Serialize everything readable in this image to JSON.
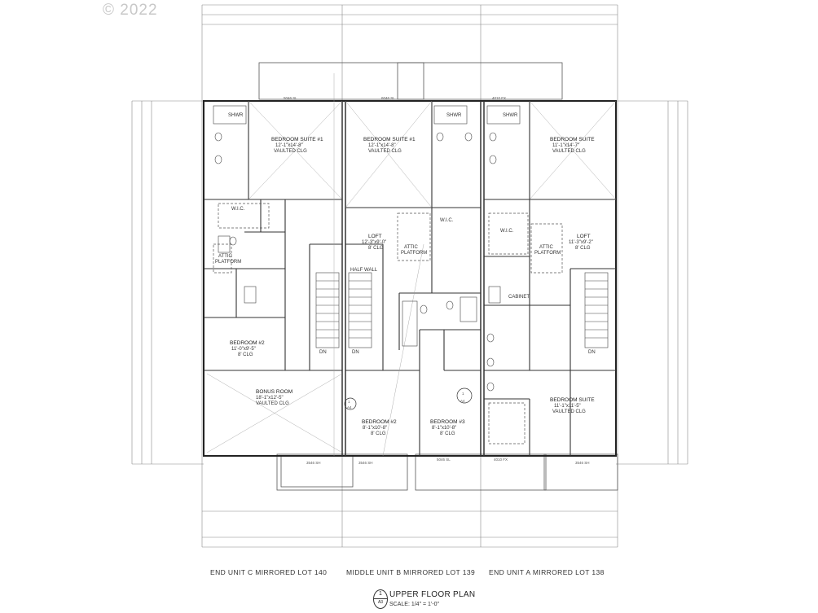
{
  "copyright": "© 2022",
  "drawing": {
    "title_number": "1",
    "sheet_ref": "A3",
    "title": "UPPER FLOOR PLAN",
    "scale": "SCALE: 1/4\" = 1'-0\""
  },
  "units": [
    {
      "label": "END UNIT C MIRRORED LOT 140"
    },
    {
      "label": "MIDDLE UNIT B MIRRORED LOT 139"
    },
    {
      "label": "END UNIT A MIRRORED LOT 138"
    }
  ],
  "rooms": {
    "c_suite": "BEDROOM SUITE #1",
    "c_suite_dim": "12'-1\"x14'-8\"",
    "c_suite_clg": "VAULTED CLG",
    "c_wic": "W.I.C.",
    "c_bed2": "BEDROOM #2",
    "c_bed2_dim": "11'-0\"x9'-5\"",
    "c_bed2_clg": "8' CLG",
    "c_bonus": "BONUS ROOM",
    "c_bonus_dim": "18'-1\"x12'-5\"",
    "c_bonus_clg": "VAULTED CLG",
    "c_attic": "ATTIC",
    "c_attic2": "PLATFORM",
    "c_shwr": "SHWR",
    "b_suite": "BEDROOM SUITE #1",
    "b_suite_dim": "12'-1\"x14'-8\"",
    "b_suite_clg": "VAULTED CLG",
    "b_loft": "LOFT",
    "b_loft_dim": "12'-3\"x9'-0\"",
    "b_loft_clg": "8' CLG",
    "b_wic": "W.I.C.",
    "b_bed2": "BEDROOM #2",
    "b_bed2_dim": "8'-1\"x10'-8\"",
    "b_bed2_clg": "8' CLG",
    "b_bed3": "BEDROOM #3",
    "b_bed3_dim": "8'-1\"x10'-8\"",
    "b_bed3_clg": "8' CLG",
    "b_attic": "ATTIC",
    "b_attic2": "PLATFORM",
    "b_shwr": "SHWR",
    "a_suite": "BEDROOM SUITE",
    "a_suite_dim": "11'-1\"x14'-7\"",
    "a_suite_clg": "VAULTED CLG",
    "a_loft": "LOFT",
    "a_loft_dim": "11'-3\"x9'-2\"",
    "a_loft_clg": "8' CLG",
    "a_wic": "W.I.C.",
    "a_bed2": "BEDROOM SUITE",
    "a_bed2_dim": "11'-1\"x11'-5\"",
    "a_bed2_clg": "VAULTED CLG",
    "a_attic": "ATTIC",
    "a_attic2": "PLATFORM",
    "a_cabinet": "CABINET",
    "a_shwr": "SHWR",
    "half_wall": "HALF WALL",
    "dn": "DN",
    "windows": [
      "5046 SL",
      "6046 SL",
      "4010 FX",
      "3546 SH",
      "5046 SL",
      "3546 SH",
      "4010 FX",
      "3546 SH"
    ]
  }
}
